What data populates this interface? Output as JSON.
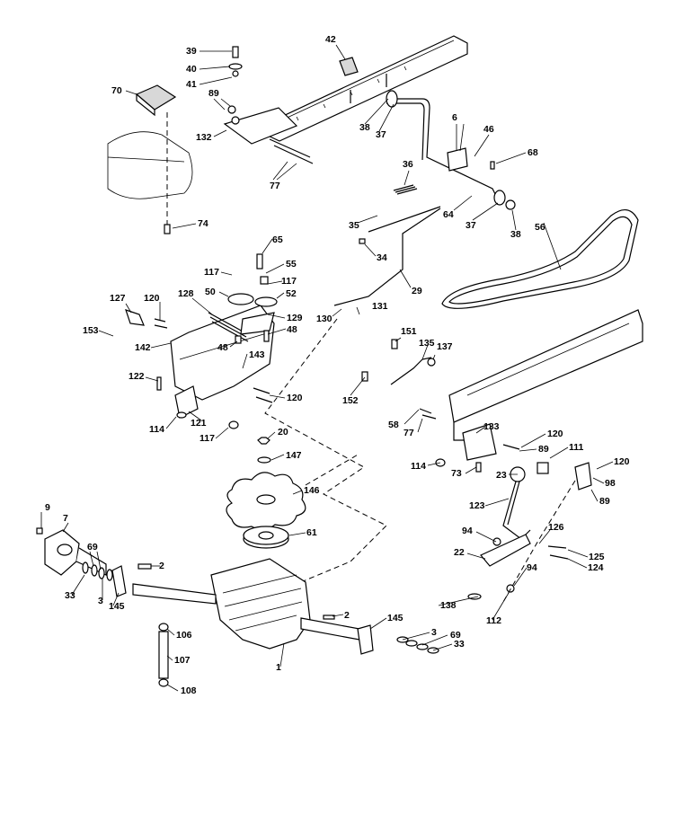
{
  "callouts": [
    {
      "id": "c39",
      "text": "39"
    },
    {
      "id": "c40",
      "text": "40"
    },
    {
      "id": "c41",
      "text": "41"
    },
    {
      "id": "c42",
      "text": "42"
    },
    {
      "id": "c70",
      "text": "70"
    },
    {
      "id": "c89a",
      "text": "89"
    },
    {
      "id": "c132",
      "text": "132"
    },
    {
      "id": "c38a",
      "text": "38"
    },
    {
      "id": "c37a",
      "text": "37"
    },
    {
      "id": "c6",
      "text": "6"
    },
    {
      "id": "c46",
      "text": "46"
    },
    {
      "id": "c68",
      "text": "68"
    },
    {
      "id": "c36",
      "text": "36"
    },
    {
      "id": "c77a",
      "text": "77"
    },
    {
      "id": "c74",
      "text": "74"
    },
    {
      "id": "c64",
      "text": "64"
    },
    {
      "id": "c37b",
      "text": "37"
    },
    {
      "id": "c38b",
      "text": "38"
    },
    {
      "id": "c56",
      "text": "56"
    },
    {
      "id": "c35",
      "text": "35"
    },
    {
      "id": "c34",
      "text": "34"
    },
    {
      "id": "c65",
      "text": "65"
    },
    {
      "id": "c55",
      "text": "55"
    },
    {
      "id": "c117a",
      "text": "117"
    },
    {
      "id": "c117b",
      "text": "117"
    },
    {
      "id": "c50",
      "text": "50"
    },
    {
      "id": "c52",
      "text": "52"
    },
    {
      "id": "c29",
      "text": "29"
    },
    {
      "id": "c127",
      "text": "127"
    },
    {
      "id": "c120a",
      "text": "120"
    },
    {
      "id": "c128",
      "text": "128"
    },
    {
      "id": "c129",
      "text": "129"
    },
    {
      "id": "c130",
      "text": "130"
    },
    {
      "id": "c131",
      "text": "131"
    },
    {
      "id": "c153",
      "text": "153"
    },
    {
      "id": "c142",
      "text": "142"
    },
    {
      "id": "c48a",
      "text": "48"
    },
    {
      "id": "c48b",
      "text": "48"
    },
    {
      "id": "c143",
      "text": "143"
    },
    {
      "id": "c151",
      "text": "151"
    },
    {
      "id": "c135",
      "text": "135"
    },
    {
      "id": "c137",
      "text": "137"
    },
    {
      "id": "c122",
      "text": "122"
    },
    {
      "id": "c120b",
      "text": "120"
    },
    {
      "id": "c152",
      "text": "152"
    },
    {
      "id": "c114a",
      "text": "114"
    },
    {
      "id": "c121",
      "text": "121"
    },
    {
      "id": "c117c",
      "text": "117"
    },
    {
      "id": "c58",
      "text": "58"
    },
    {
      "id": "c77b",
      "text": "77"
    },
    {
      "id": "c133",
      "text": "133"
    },
    {
      "id": "c120c",
      "text": "120"
    },
    {
      "id": "c20",
      "text": "20"
    },
    {
      "id": "c147",
      "text": "147"
    },
    {
      "id": "c89b",
      "text": "89"
    },
    {
      "id": "c111",
      "text": "111"
    },
    {
      "id": "c114b",
      "text": "114"
    },
    {
      "id": "c73",
      "text": "73"
    },
    {
      "id": "c120d",
      "text": "120"
    },
    {
      "id": "c98",
      "text": "98"
    },
    {
      "id": "c23",
      "text": "23"
    },
    {
      "id": "c89c",
      "text": "89"
    },
    {
      "id": "c146",
      "text": "146"
    },
    {
      "id": "c123",
      "text": "123"
    },
    {
      "id": "c9",
      "text": "9"
    },
    {
      "id": "c7",
      "text": "7"
    },
    {
      "id": "c94a",
      "text": "94"
    },
    {
      "id": "c126",
      "text": "126"
    },
    {
      "id": "c61",
      "text": "61"
    },
    {
      "id": "c69a",
      "text": "69"
    },
    {
      "id": "c22",
      "text": "22"
    },
    {
      "id": "c125",
      "text": "125"
    },
    {
      "id": "c124",
      "text": "124"
    },
    {
      "id": "c2a",
      "text": "2"
    },
    {
      "id": "c94b",
      "text": "94"
    },
    {
      "id": "c33a",
      "text": "33"
    },
    {
      "id": "c3a",
      "text": "3"
    },
    {
      "id": "c145a",
      "text": "145"
    },
    {
      "id": "c138",
      "text": "138"
    },
    {
      "id": "c112",
      "text": "112"
    },
    {
      "id": "c2b",
      "text": "2"
    },
    {
      "id": "c145b",
      "text": "145"
    },
    {
      "id": "c106",
      "text": "106"
    },
    {
      "id": "c3b",
      "text": "3"
    },
    {
      "id": "c69b",
      "text": "69"
    },
    {
      "id": "c33b",
      "text": "33"
    },
    {
      "id": "c107",
      "text": "107"
    },
    {
      "id": "c1",
      "text": "1"
    },
    {
      "id": "c108",
      "text": "108"
    }
  ]
}
